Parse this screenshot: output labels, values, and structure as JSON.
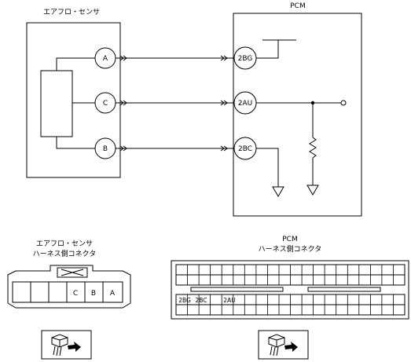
{
  "sensor": {
    "title": "エアフロ・センサ"
  },
  "pcm": {
    "title": "PCM"
  },
  "wires": [
    {
      "sensor_pin": "A",
      "pcm_pin": "2BG"
    },
    {
      "sensor_pin": "C",
      "pcm_pin": "2AU"
    },
    {
      "sensor_pin": "B",
      "pcm_pin": "2BC"
    }
  ],
  "sensor_connector": {
    "title_line1": "エアフロ・センサ",
    "title_line2": "ハーネス側コネクタ",
    "cells": [
      "",
      "",
      "",
      "C",
      "B",
      "A"
    ]
  },
  "pcm_connector": {
    "title_line1": "PCM",
    "title_line2": "ハーネス側コネクタ",
    "row_labels": [
      "2BG",
      "2BC",
      "",
      "2AU"
    ]
  },
  "icons": [
    "connector-view-arrow-icon",
    "connector-view-arrow-icon"
  ]
}
